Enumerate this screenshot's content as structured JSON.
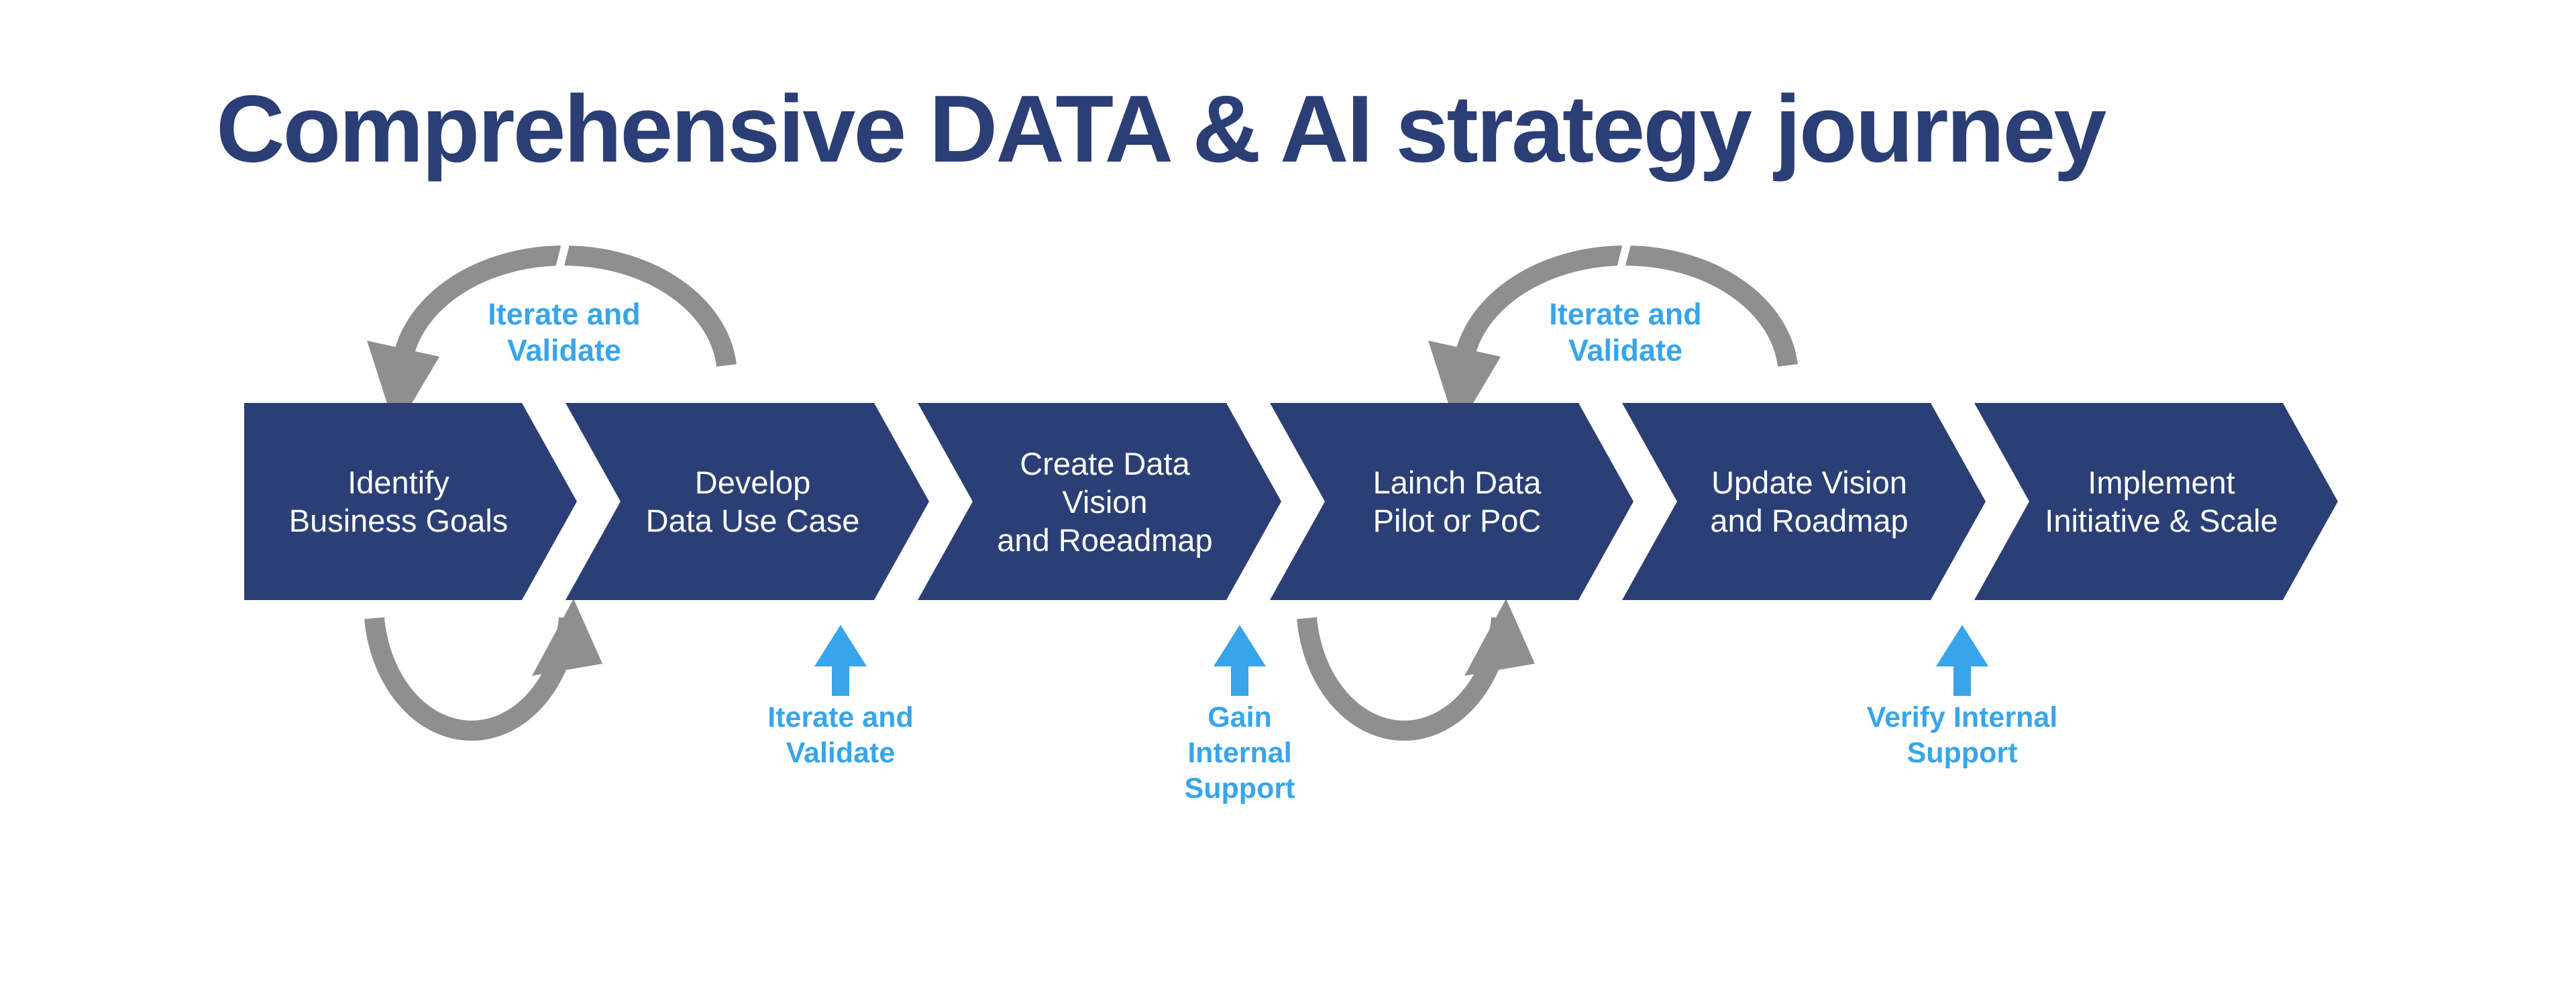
{
  "title": "Comprehensive DATA & AI strategy journey",
  "colors": {
    "navy": "#2b3f76",
    "title_navy": "#2b3e75",
    "accent_blue": "#38a5ea",
    "loop_gray": "#8f8f8f",
    "background": "#ffffff",
    "step_text": "#ffffff"
  },
  "steps": [
    {
      "label": "Identify\nBusiness Goals"
    },
    {
      "label": "Develop\nData Use Case"
    },
    {
      "label": "Create Data\nVision\nand Roeadmap"
    },
    {
      "label": "Lainch Data\nPilot or PoC"
    },
    {
      "label": "Update Vision\nand Roadmap"
    },
    {
      "label": "Implement\nInitiative & Scale"
    }
  ],
  "annotations": {
    "top_loop_1": {
      "label": "Iterate and\nValidate"
    },
    "top_loop_2": {
      "label": "Iterate and\nValidate"
    },
    "up_arrow_1": {
      "label": "Iterate and\nValidate"
    },
    "up_arrow_2": {
      "label": "Gain\nInternal\nSupport"
    },
    "up_arrow_3": {
      "label": "Verify Internal\nSupport"
    }
  }
}
